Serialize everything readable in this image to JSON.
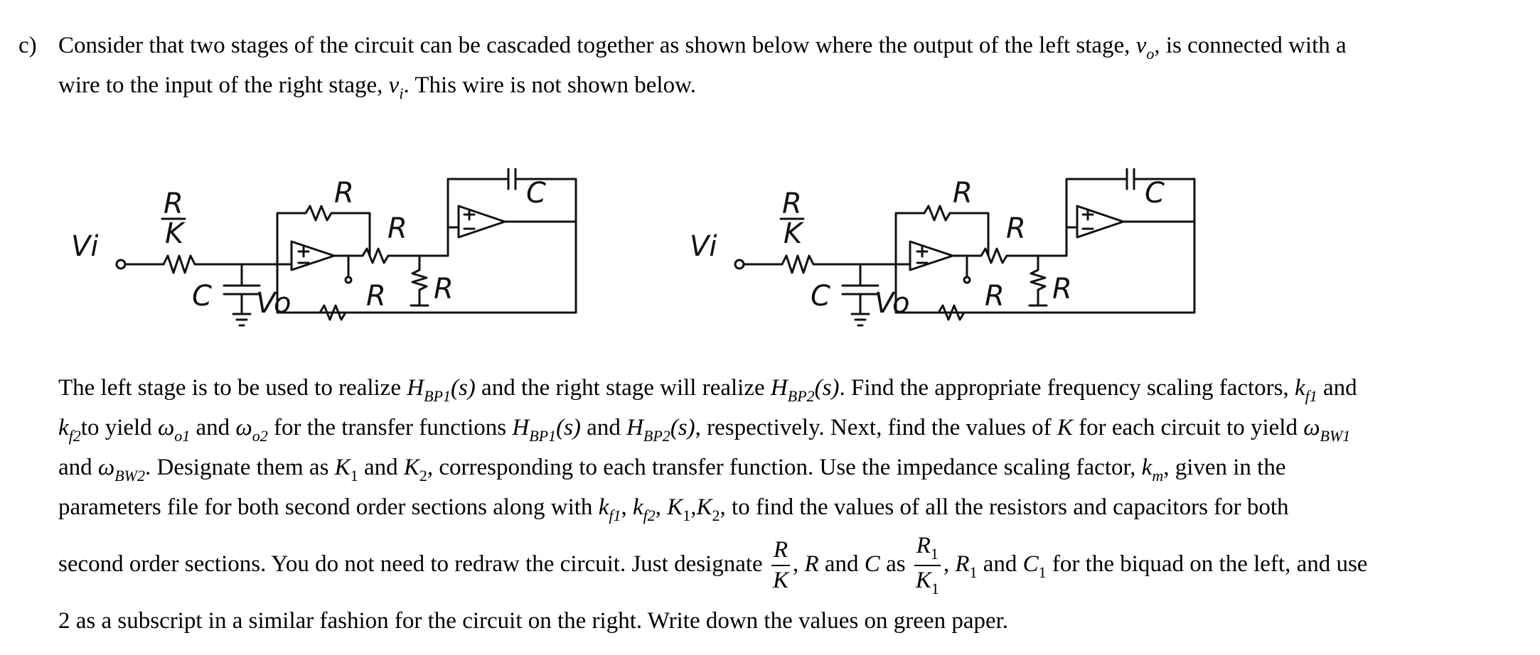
{
  "part_label": "c)",
  "intro": {
    "t1": "Consider that two stages of the circuit can be cascaded together as shown below where the output of the left stage,",
    "v_o": "v",
    "v_o_sub": "o",
    "t2": ", is connected with a",
    "t3": "wire to the input of the right stage,",
    "v_i": "v",
    "v_i_sub": "i",
    "t4": ". This wire is not shown below."
  },
  "circuit_labels": {
    "R": "R",
    "K": "K",
    "C": "C",
    "Vi": "Vi",
    "Vo": "Vo"
  },
  "body": {
    "l1a": "The left stage is to be used to realize",
    "H": "H",
    "BP1": "BP1",
    "BP2": "BP2",
    "s_arg": "(s)",
    "l1b": "and the right stage will realize",
    "l1c": ". Find the appropriate frequency scaling factors,",
    "k": "k",
    "f1": "f1",
    "f2": "f2",
    "and": "and",
    "l2a": "to yield",
    "omega": "ω",
    "o1": "o1",
    "o2": "o2",
    "l2b": "for the transfer functions",
    "l2c": ", respectively. Next, find the values of",
    "K": "K",
    "l2d": "for each circuit to yield",
    "BW1": "BW1",
    "BW2": "BW2",
    "l3a": ". Designate them as",
    "one": "1",
    "two": "2",
    "l3b": ", corresponding to each transfer function. Use the impedance scaling factor,",
    "m": "m",
    "l3c": ", given in the",
    "l4a": "parameters file for both second order sections along with",
    "l4b": ", to find the values of all the resistors and capacitors for both",
    "l5a": "second order sections. You do not need to redraw the circuit. Just designate",
    "R": "R",
    "C": "C",
    "as": "as",
    "l5b": "for the biquad on the left, and use",
    "l6": "2 as a subscript in a similar fashion for the circuit on the right. Write down the values on green paper.",
    "comma": ","
  }
}
